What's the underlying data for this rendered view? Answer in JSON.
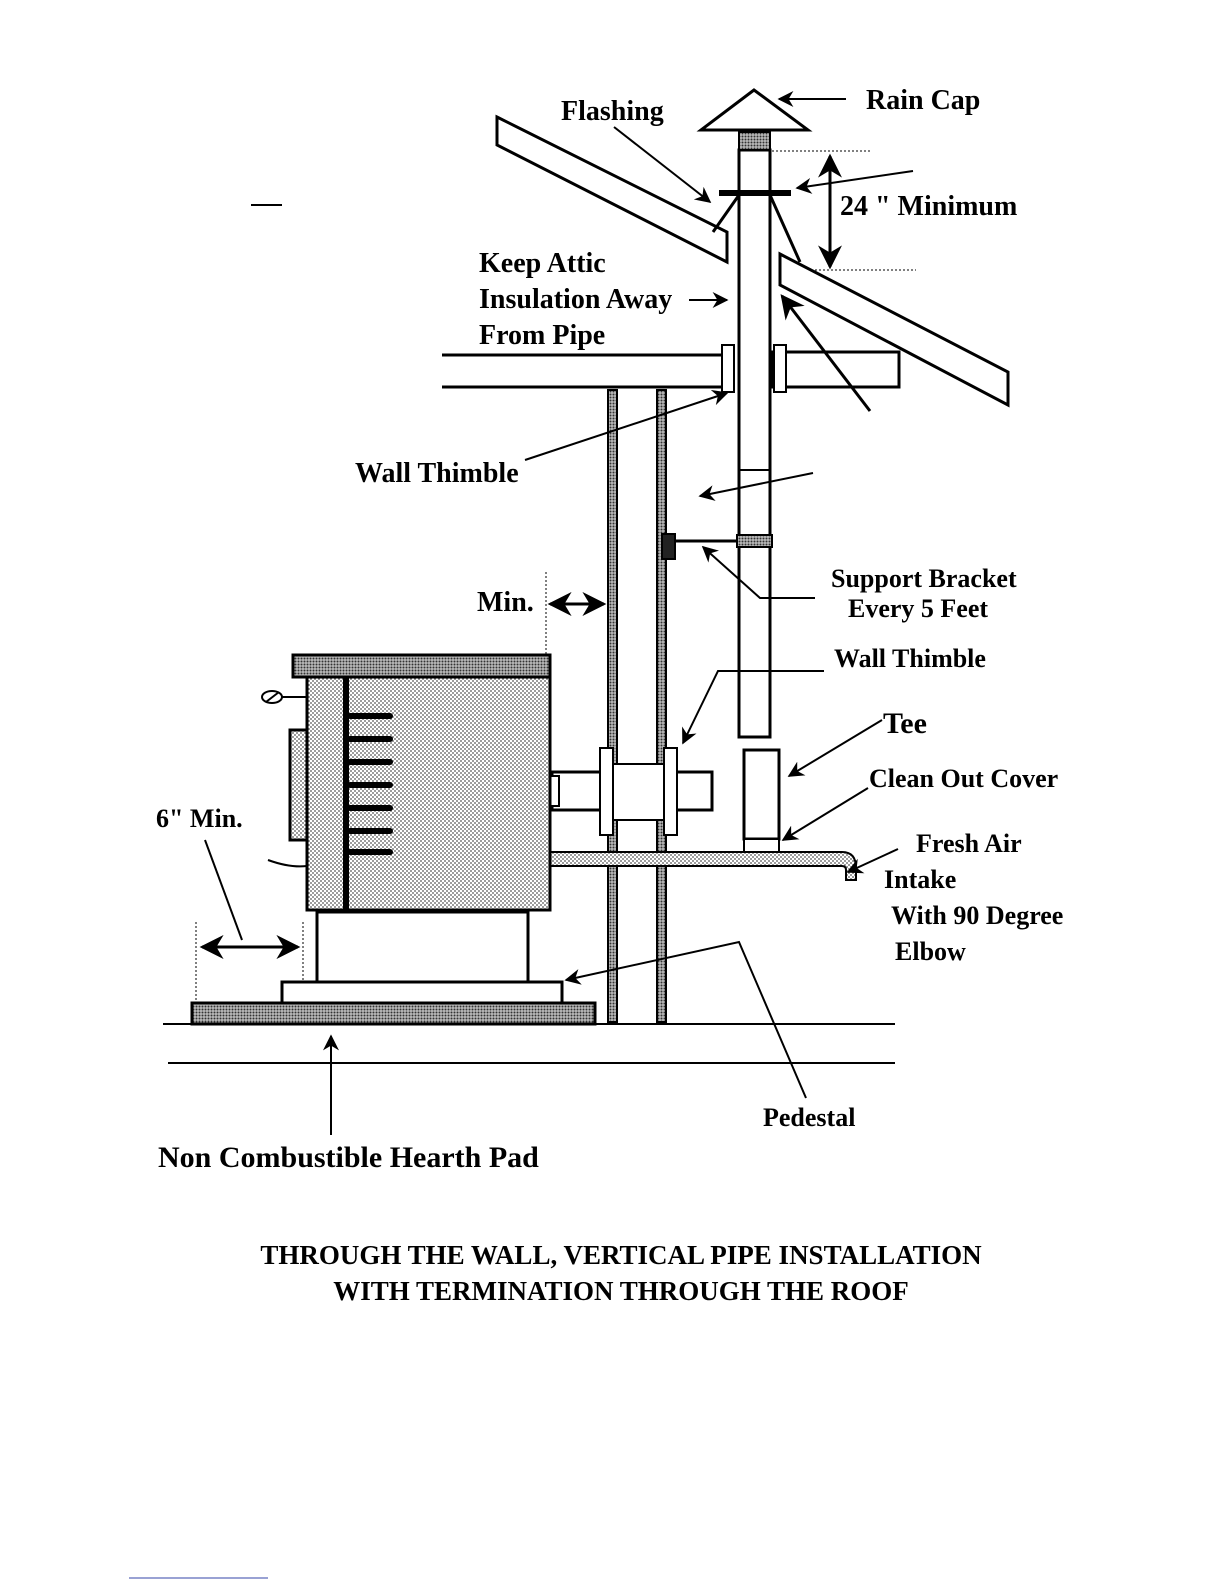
{
  "labels": {
    "rain_cap": "Rain Cap",
    "flashing": "Flashing",
    "minimum_24": "24 \" Minimum",
    "keep_attic_1": "Keep Attic",
    "keep_attic_2": "Insulation Away",
    "keep_attic_3": "From Pipe",
    "wall_thimble_upper": "Wall Thimble",
    "support_bracket_1": "Support Bracket",
    "support_bracket_2": "Every 5 Feet",
    "min": "Min.",
    "wall_thimble_lower": "Wall Thimble",
    "tee": "Tee",
    "clean_out_cover": "Clean Out Cover",
    "fresh_air_1": "Fresh Air",
    "fresh_air_2": "Intake",
    "fresh_air_3": "With 90 Degree",
    "fresh_air_4": "Elbow",
    "six_min": "6\" Min.",
    "pedestal": "Pedestal",
    "hearth_pad": "Non Combustible Hearth Pad"
  },
  "caption": {
    "line1": "THROUGH THE WALL, VERTICAL PIPE INSTALLATION",
    "line2": "WITH TERMINATION THROUGH THE ROOF"
  }
}
